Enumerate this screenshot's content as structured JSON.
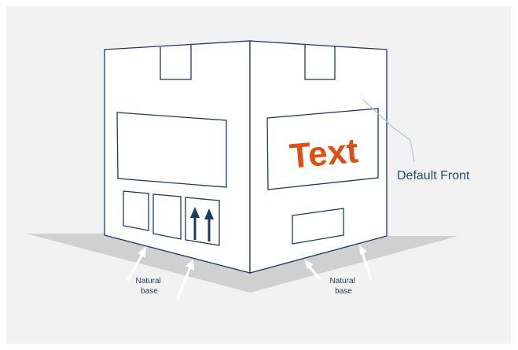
{
  "labels": {
    "box_text": "Text",
    "default_front": "Default Front",
    "natural_base_left": "Natural\nbase",
    "natural_base_right": "Natural\nbase"
  },
  "colors": {
    "background": "#f2f2f2",
    "outline": "#1f3a5f",
    "box_fill": "#ffffff",
    "shadow": "#d0d0d0",
    "accent_text": "#e04e12",
    "label_text": "#1f4e79",
    "arrow_up": "#1f3a5f",
    "callout_line": "#b8c4d0"
  },
  "icons": {
    "this_way_up": "double-up-arrow-icon",
    "base_pointer": "white-arrow-icon"
  }
}
